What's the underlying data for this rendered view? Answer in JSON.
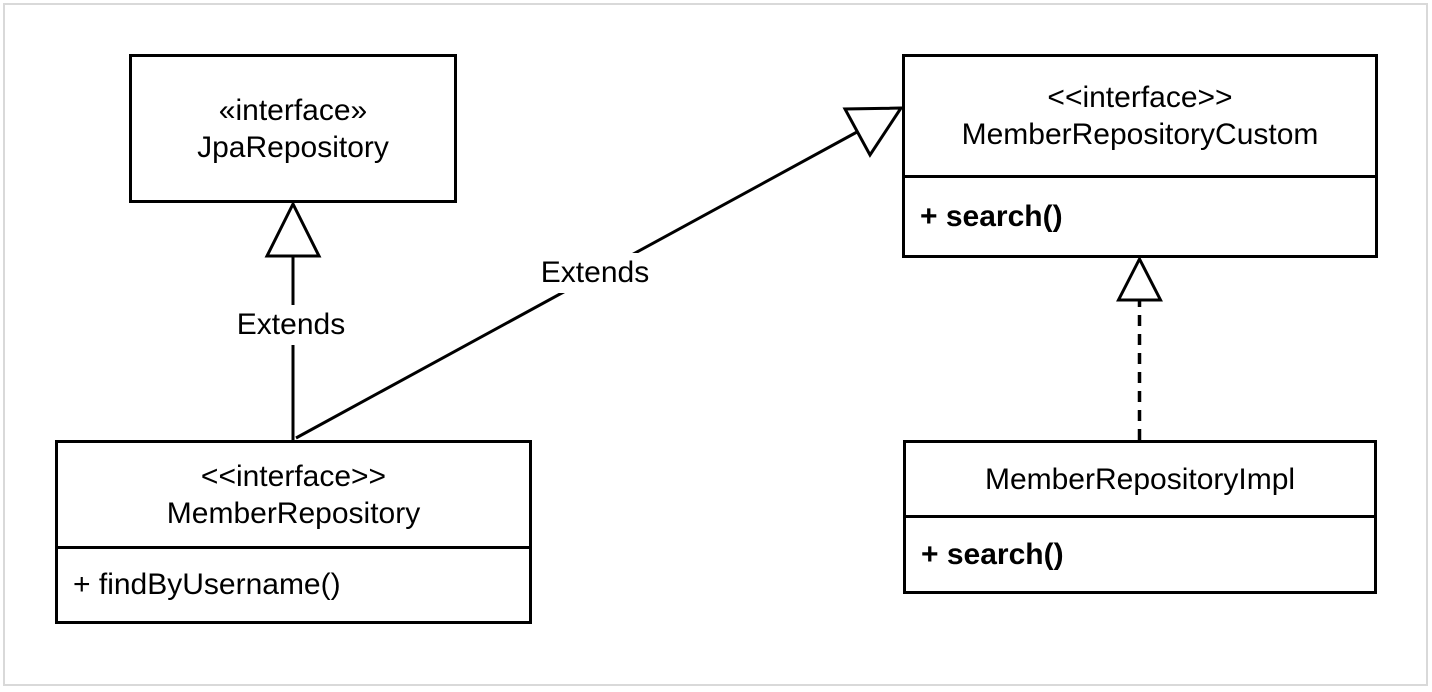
{
  "diagram": {
    "type": "uml-class-diagram",
    "classes": [
      {
        "stereotype": "«interface»",
        "name": "JpaRepository",
        "methods": []
      },
      {
        "stereotype": "<<interface>>",
        "name": "MemberRepositoryCustom",
        "methods": [
          "+ search()"
        ]
      },
      {
        "stereotype": "<<interface>>",
        "name": "MemberRepository",
        "methods": [
          "+ findByUsername()"
        ]
      },
      {
        "stereotype": "",
        "name": "MemberRepositoryImpl",
        "methods": [
          "+ search()"
        ]
      }
    ],
    "relationships": [
      {
        "from": "MemberRepository",
        "to": "JpaRepository",
        "type": "generalization",
        "line_style": "solid",
        "label": "Extends"
      },
      {
        "from": "MemberRepository",
        "to": "MemberRepositoryCustom",
        "type": "generalization",
        "line_style": "solid",
        "label": "Extends"
      },
      {
        "from": "MemberRepositoryImpl",
        "to": "MemberRepositoryCustom",
        "type": "realization",
        "line_style": "dashed",
        "label": ""
      }
    ],
    "colors": {
      "stroke": "#000000",
      "box_fill": "#ffffff",
      "background": "#ffffff",
      "frame_border": "#d9d9d9"
    }
  }
}
